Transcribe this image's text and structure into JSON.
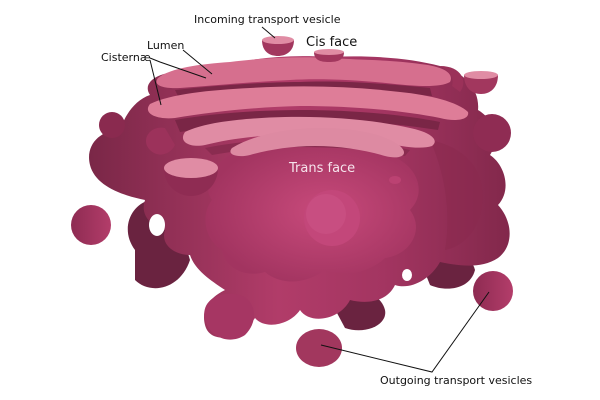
{
  "labels": {
    "incoming_vesicle": "Incoming transport vesicle",
    "cis_face": "Cis face",
    "lumen": "Lumen",
    "cisternae": "Cisternæ",
    "trans_face": "Trans face",
    "outgoing_vesicles": "Outgoing transport vesicles"
  },
  "colors": {
    "body_dark": "#6e2440",
    "body_mid": "#8e2d52",
    "body_main": "#a83863",
    "body_light": "#c44677",
    "cisterna_light": "#d9718f",
    "cisterna_pale": "#e793ab",
    "lumen_dark": "#7b2645",
    "vesicle": "#a2375e"
  }
}
